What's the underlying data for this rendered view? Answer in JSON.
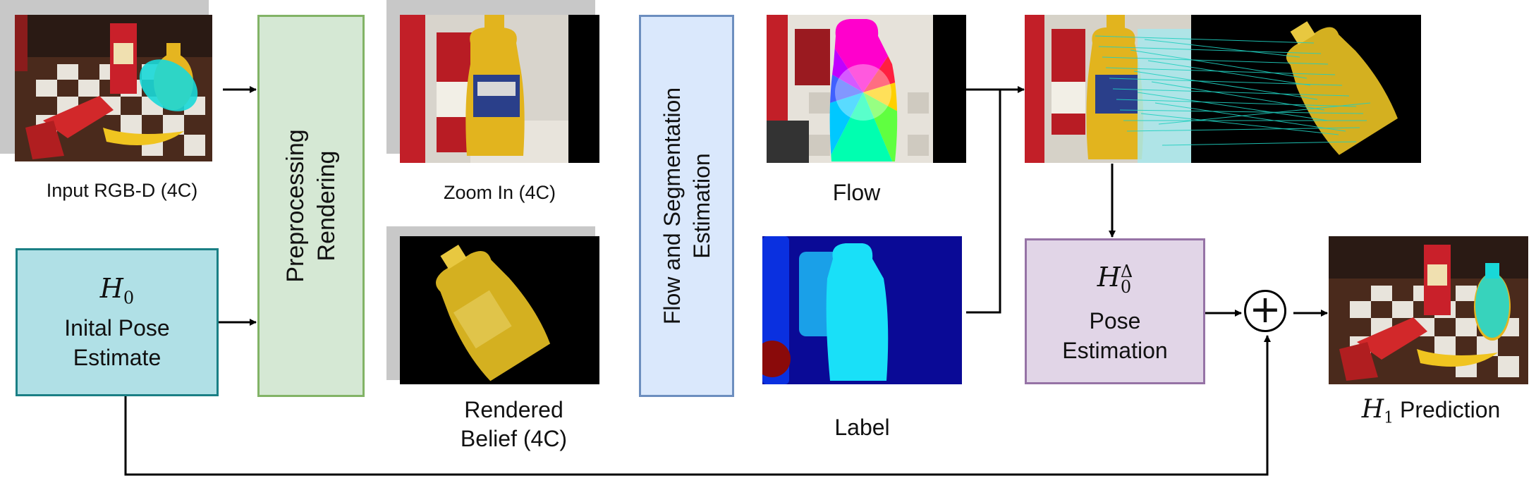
{
  "colors": {
    "pose_box_fill": "#b0e0e6",
    "pose_box_border": "#1a7f85",
    "preproc_fill": "#d5e8d4",
    "preproc_border": "#82b366",
    "flow_seg_fill": "#dae8fc",
    "flow_seg_border": "#6c8ebf",
    "pose_est_fill": "#e1d5e7",
    "pose_est_border": "#9673a6",
    "arrow": "#000000",
    "shadow": "#c8c8c8"
  },
  "images": {
    "input": {
      "caption": "Input RGB-D (4C)"
    },
    "zoom": {
      "caption": "Zoom In (4C)"
    },
    "rendered": {
      "caption_line1": "Rendered",
      "caption_line2": "Belief (4C)"
    },
    "flow": {
      "caption": "Flow"
    },
    "label": {
      "caption": "Label"
    },
    "prediction": {
      "caption_symbol": "H",
      "caption_sub": "1",
      "caption_text": "Prediction"
    }
  },
  "boxes": {
    "initial_pose": {
      "symbol": "H",
      "sub": "0",
      "line1": "Inital Pose",
      "line2": "Estimate"
    },
    "preprocessing": {
      "line1": "Preprocessing",
      "line2": "Rendering"
    },
    "flow_seg": {
      "line1": "Flow and Segmentation",
      "line2": "Estimation"
    },
    "pose_estimation": {
      "symbol": "H",
      "sub": "0",
      "sup": "Δ",
      "line1": "Pose",
      "line2": "Estimation"
    }
  },
  "operator": {
    "symbol": "+"
  }
}
